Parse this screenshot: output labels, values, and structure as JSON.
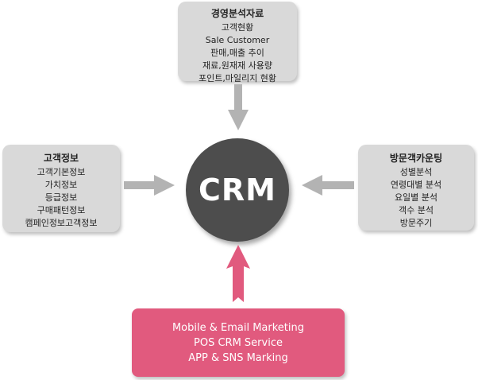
{
  "top_box": {
    "title": "경영분석자료",
    "items": [
      "고객현황",
      "Sale Customer",
      "판매,매출 추이",
      "재료,원재재 사용량",
      "포인트,마일리지 현황"
    ]
  },
  "left_box": {
    "title": "고객정보",
    "items": [
      "고객기본정보",
      "가치정보",
      "등급정보",
      "구매패턴정보",
      "캠페인정보고객정보"
    ]
  },
  "right_box": {
    "title": "방문객카운팅",
    "items": [
      "성별분석",
      "연령대별 분석",
      "요일별 분석",
      "객수 분석",
      "방문주기"
    ]
  },
  "bottom_box": {
    "items": [
      "Mobile & Email Marketing",
      "POS CRM Service",
      "APP & SNS Marking"
    ]
  },
  "center": {
    "label": "CRM"
  },
  "colors": {
    "box_gray": "#d9d9d9",
    "arrow_gray": "#b3b3b3",
    "accent_pink": "#e15a7e",
    "circle_dark": "#4d4d4d"
  }
}
